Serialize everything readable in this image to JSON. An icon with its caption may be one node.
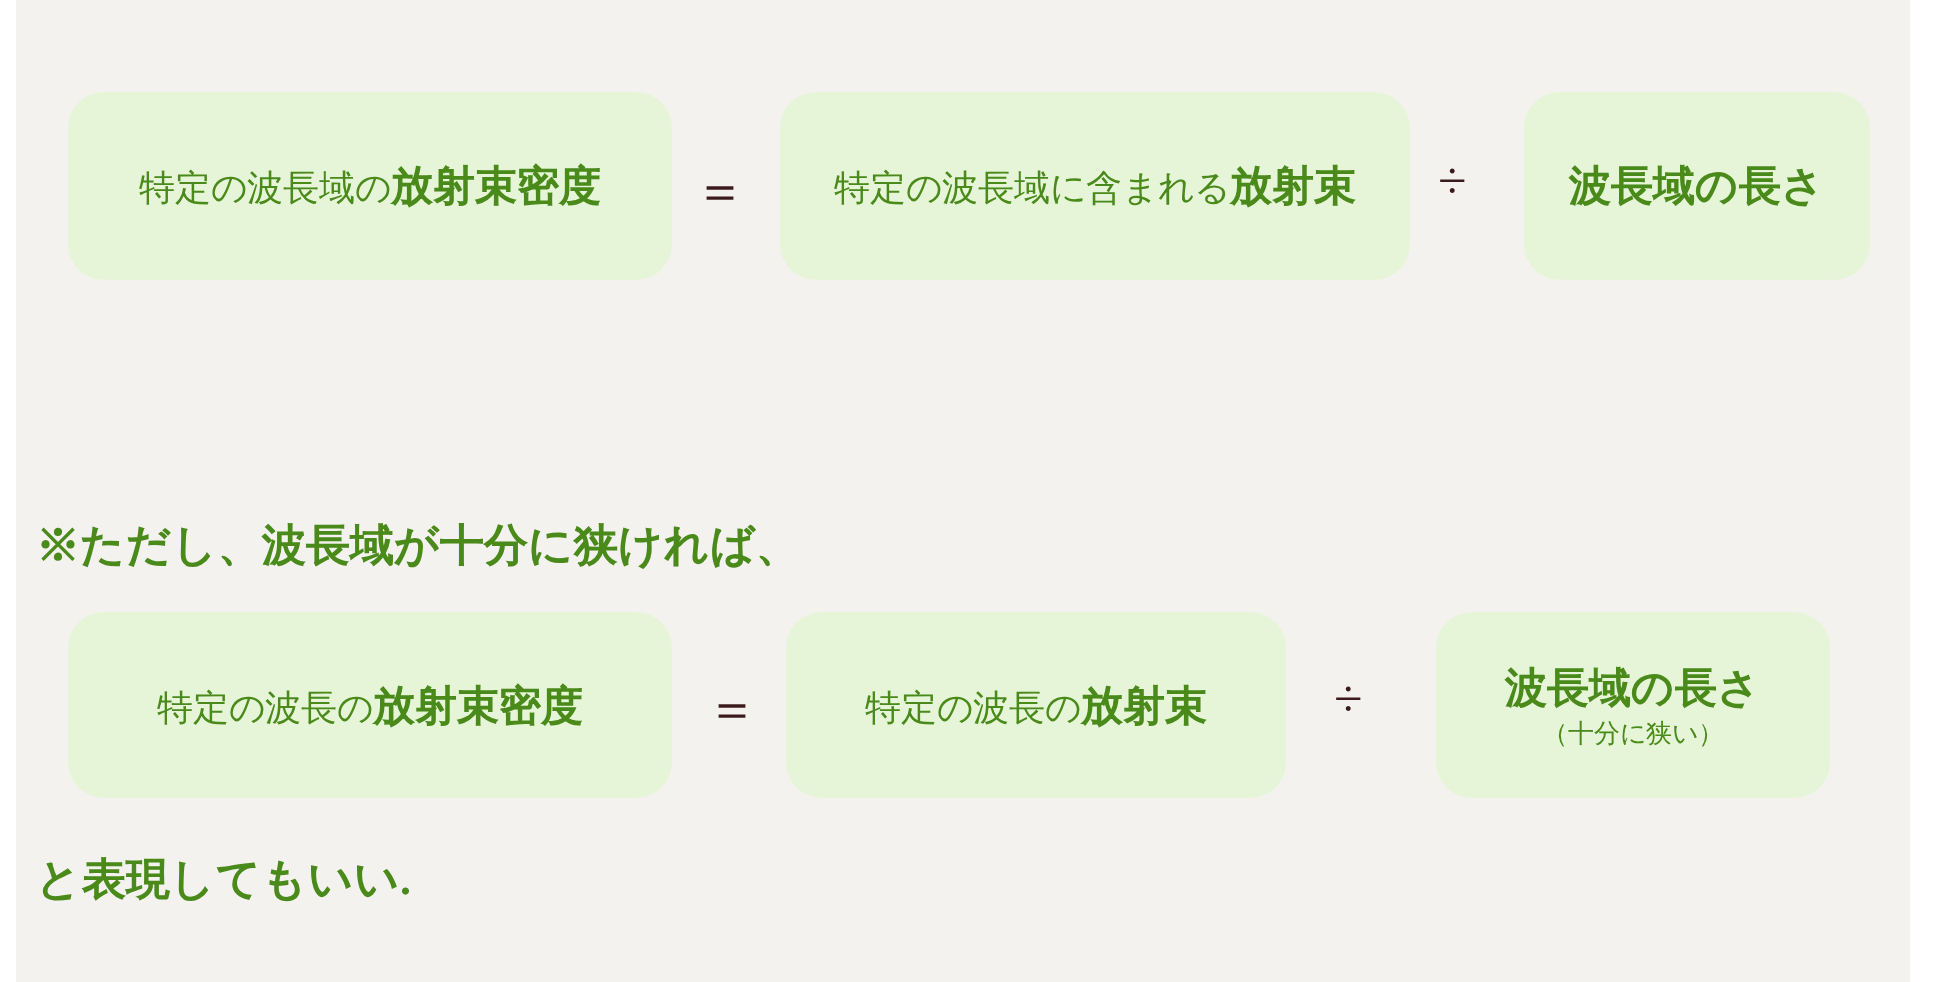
{
  "diagram": {
    "nodes": [
      {
        "text": [
          "特定の波長域の**放射束密度**"
        ]
      },
      {
        "text": [
          "特定の波長域に含まれる**放射束**"
        ]
      },
      {
        "text": [
          "波長域の長さ"
        ]
      },
      {
        "text": [
          "特定の波長の**放射束密度**"
        ]
      },
      {
        "text": [
          "特定の波長の**放射束**"
        ]
      },
      {
        "text": [
          "波長域の長さ",
          "（十分に狭い）"
        ]
      }
    ],
    "labels": [
      "＝",
      "÷",
      "※ただし、波長域が十分に狭ければ、",
      "＝",
      "÷",
      "と表現してもいい."
    ]
  }
}
